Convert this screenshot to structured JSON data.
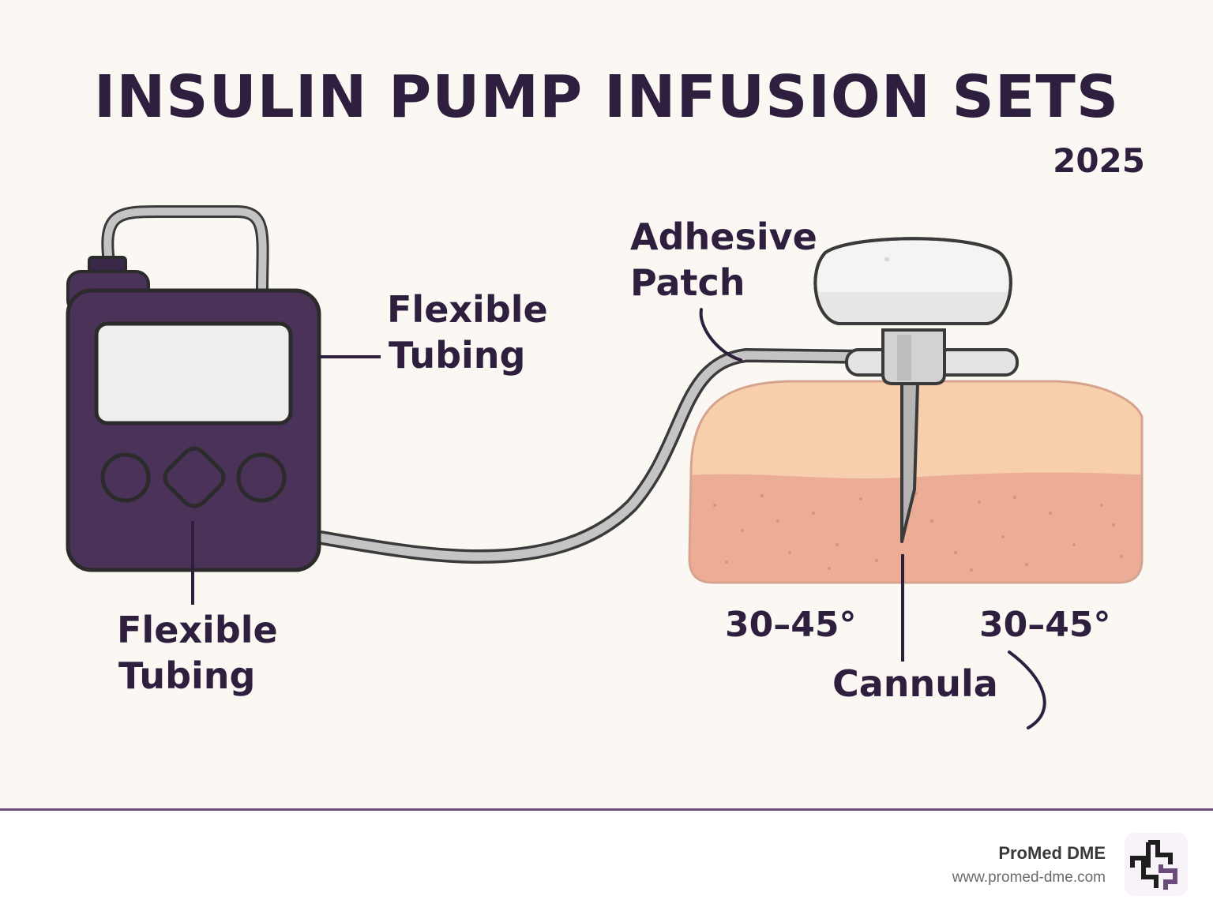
{
  "header": {
    "title": "INSULIN PUMP INFUSION SETS",
    "year": "2025"
  },
  "labels": {
    "flexible_tubing_right": [
      "Flexible",
      "Tubing"
    ],
    "flexible_tubing_bottom": [
      "Flexible",
      "Tubing"
    ],
    "adhesive_patch": [
      "Adhesive",
      "Patch"
    ],
    "angle_left": "30–45°",
    "angle_right": "30–45°",
    "cannula": "Cannula"
  },
  "footer": {
    "brand": "ProMed DME",
    "url": "www.promed-dme.com",
    "logo_icon": "promed-cross-logo-icon"
  },
  "colors": {
    "title": "#2f1f3f",
    "pump_body": "#4a3258",
    "pump_screen": "#efeeec",
    "skin_top": "#f8cfac",
    "skin_lower": "#ecad97",
    "tubing": "#c4c4c4",
    "accent_border": "#6b4a7c"
  }
}
